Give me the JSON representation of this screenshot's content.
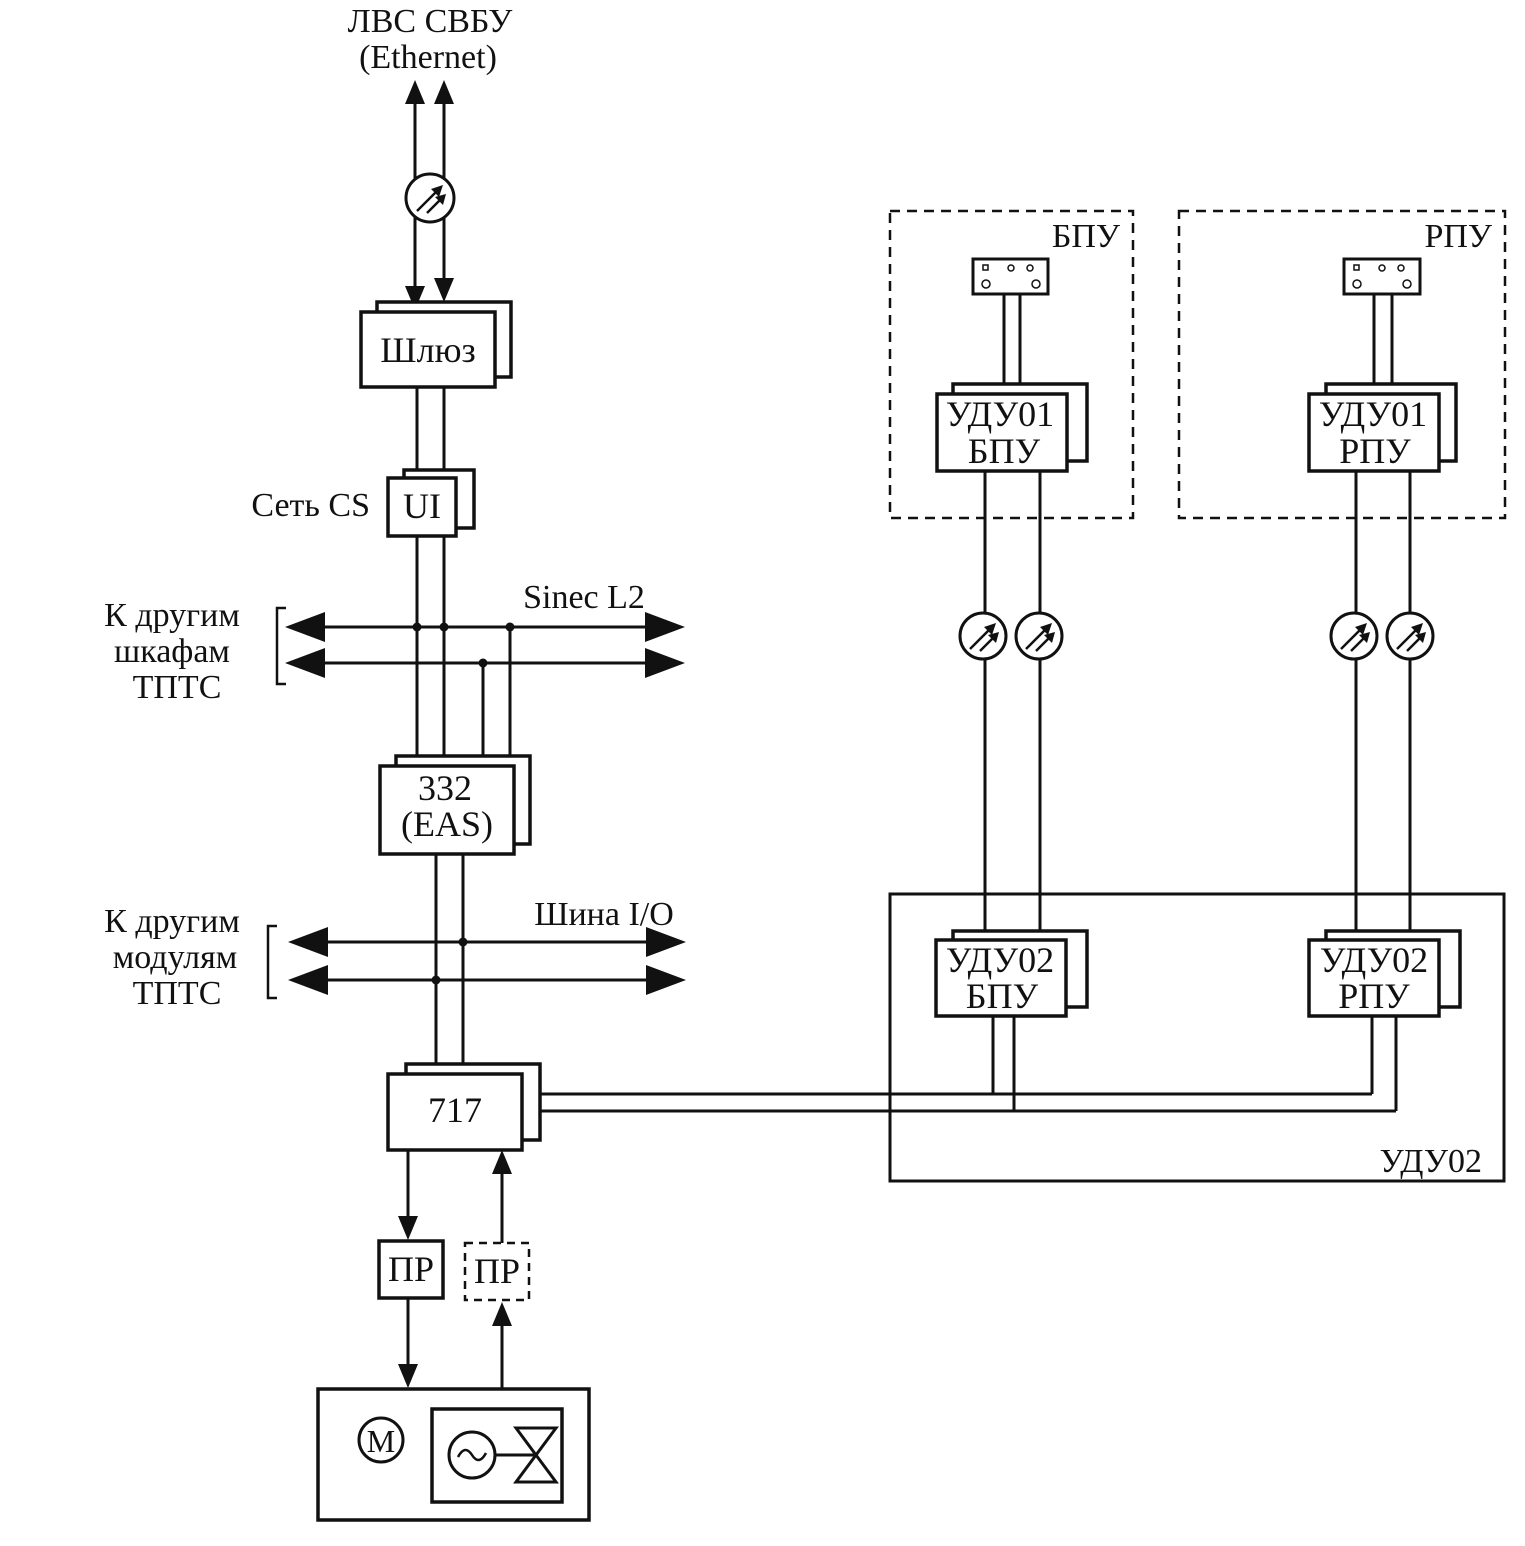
{
  "labels": {
    "lan_title": "ЛВС СВБУ",
    "lan_subtitle": "(Ethernet)",
    "cs_network": "Сеть CS",
    "sinec": "Sinec L2",
    "io_bus": "Шина I/O",
    "cabinets_line1": "К другим",
    "cabinets_line2": "шкафам",
    "cabinets_line3": "ТПТС",
    "modules_line1": "К другим",
    "modules_line2": "модулям",
    "modules_line3": "ТПТС",
    "bpu_panel": "БПУ",
    "rpu_panel": "РПУ",
    "udu02_enclosure": "УДУ02"
  },
  "blocks": {
    "gateway": "Шлюз",
    "ui": "UI",
    "eas_line1": "332",
    "eas_line2": "(EAS)",
    "m717": "717",
    "pr_main": "ПР",
    "pr_optional": "ПР",
    "udu01_bpu_line1": "УДУ01",
    "udu01_bpu_line2": "БПУ",
    "udu01_rpu_line1": "УДУ01",
    "udu01_rpu_line2": "РПУ",
    "udu02_bpu_line1": "УДУ02",
    "udu02_bpu_line2": "БПУ",
    "udu02_rpu_line1": "УДУ02",
    "udu02_rpu_line2": "РПУ",
    "motor": "М"
  },
  "icons": {
    "converter": "optical-converter-icon",
    "control_panel": "control-panel-icon",
    "motor": "motor-icon",
    "valve": "valve-actuator-icon"
  }
}
